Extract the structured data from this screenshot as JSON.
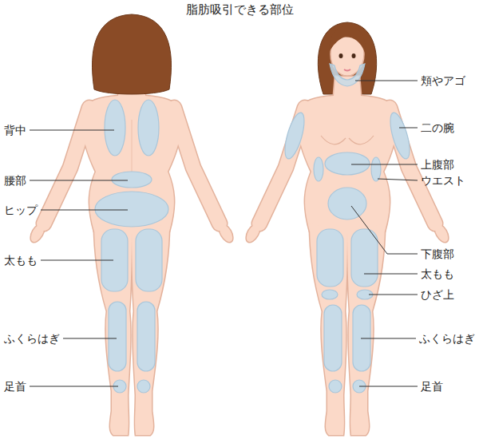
{
  "diagram": {
    "title": "脂肪吸引できる部位",
    "labels": [
      "背中",
      "腰部",
      "ヒップ",
      "太もも",
      "ふくらはぎ",
      "足首",
      "頬やアゴ",
      "二の腕",
      "上腹部",
      "ウエスト",
      "下腹部",
      "太もも",
      "ひざ上",
      "ふくらはぎ",
      "足首"
    ]
  }
}
